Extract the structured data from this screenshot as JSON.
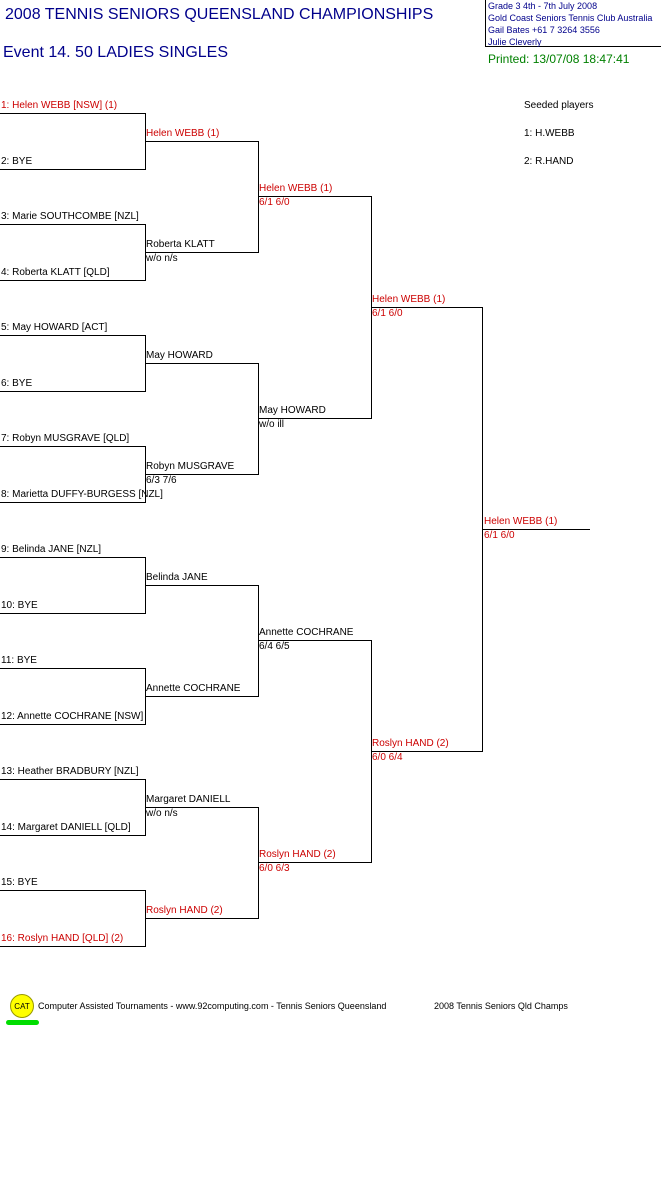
{
  "header": {
    "title": "2008  TENNIS SENIORS QUEENSLAND CHAMPIONSHIPS",
    "event": "Event 14. 50  LADIES SINGLES",
    "info_lines": [
      "Grade 3    4th - 7th  July 2008",
      "Gold Coast Seniors Tennis Club    Australia",
      "Gail Bates    +61 7 3264 3556",
      "Julie Cleverly"
    ],
    "printed": "Printed: 13/07/08 18:47:41"
  },
  "seeds": {
    "heading": "Seeded players",
    "list": [
      "1: H.WEBB",
      "2: R.HAND"
    ]
  },
  "round1": [
    {
      "name": "1: Helen WEBB [NSW] (1)",
      "red": true
    },
    {
      "name": "2: BYE"
    },
    {
      "name": "3: Marie SOUTHCOMBE [NZL]"
    },
    {
      "name": "4: Roberta KLATT [QLD]"
    },
    {
      "name": "5: May HOWARD [ACT]"
    },
    {
      "name": "6: BYE"
    },
    {
      "name": "7: Robyn MUSGRAVE [QLD]"
    },
    {
      "name": "8: Marietta DUFFY-BURGESS [NZL]"
    },
    {
      "name": "9: Belinda JANE [NZL]"
    },
    {
      "name": "10: BYE"
    },
    {
      "name": "11: BYE"
    },
    {
      "name": "12: Annette COCHRANE [NSW]"
    },
    {
      "name": "13: Heather BRADBURY [NZL]"
    },
    {
      "name": "14: Margaret DANIELL [QLD]"
    },
    {
      "name": "15: BYE"
    },
    {
      "name": "16: Roslyn HAND [QLD] (2)",
      "red": true
    }
  ],
  "round2": [
    {
      "name": "Helen WEBB (1)",
      "score": "",
      "red": true
    },
    {
      "name": "Roberta KLATT",
      "score": "w/o n/s"
    },
    {
      "name": "May HOWARD",
      "score": ""
    },
    {
      "name": "Robyn MUSGRAVE",
      "score": "6/3 7/6"
    },
    {
      "name": "Belinda JANE",
      "score": ""
    },
    {
      "name": "Annette COCHRANE",
      "score": ""
    },
    {
      "name": "Margaret DANIELL",
      "score": "w/o n/s"
    },
    {
      "name": "Roslyn HAND (2)",
      "score": "",
      "red": true
    }
  ],
  "round3": [
    {
      "name": "Helen WEBB (1)",
      "score": "6/1 6/0",
      "red": true
    },
    {
      "name": "May HOWARD",
      "score": "w/o ill"
    },
    {
      "name": "Annette COCHRANE",
      "score": "6/4 6/5"
    },
    {
      "name": "Roslyn HAND (2)",
      "score": "6/0 6/3",
      "red": true
    }
  ],
  "round4": [
    {
      "name": "Helen WEBB (1)",
      "score": "6/1 6/0",
      "red": true
    },
    {
      "name": "Roslyn HAND (2)",
      "score": "6/0 6/4",
      "red": true
    }
  ],
  "final": {
    "name": "Helen WEBB (1)",
    "score": "6/1 6/0",
    "red": true
  },
  "footer": {
    "logo": "CAT",
    "credit": "Computer Assisted Tournaments - www.92computing.com -  Tennis Seniors Queensland",
    "event_name": "2008 Tennis Seniors Qld Champs"
  }
}
